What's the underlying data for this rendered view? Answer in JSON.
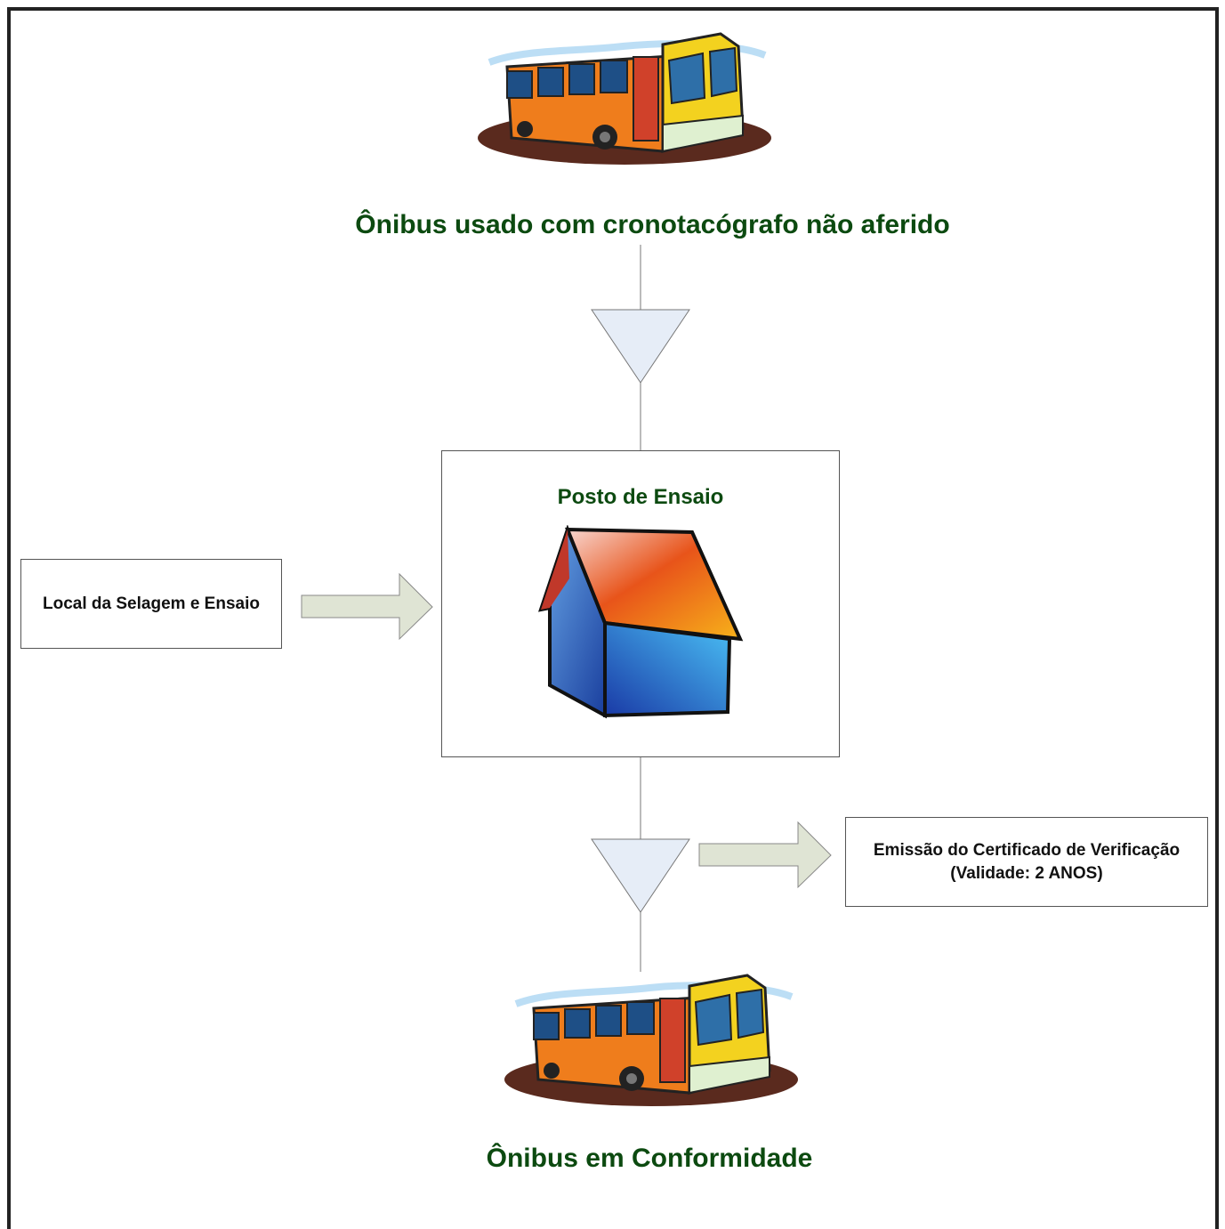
{
  "top_title": "Ônibus usado com cronotacógrafo não aferido",
  "center_box": {
    "title": "Posto de Ensaio"
  },
  "left_box": {
    "label": "Local da Selagem e Ensaio"
  },
  "right_box": {
    "line1": "Emissão do Certificado de Verificação",
    "line2": "(Validade: 2 ANOS)"
  },
  "bottom_title": "Ônibus em Conformidade",
  "colors": {
    "title_green": "#0c4a10",
    "triangle_fill": "#e6edf7",
    "arrow_fill": "#dfe4d4"
  },
  "icons": [
    "bus-illustration",
    "house-illustration",
    "bus-illustration"
  ]
}
